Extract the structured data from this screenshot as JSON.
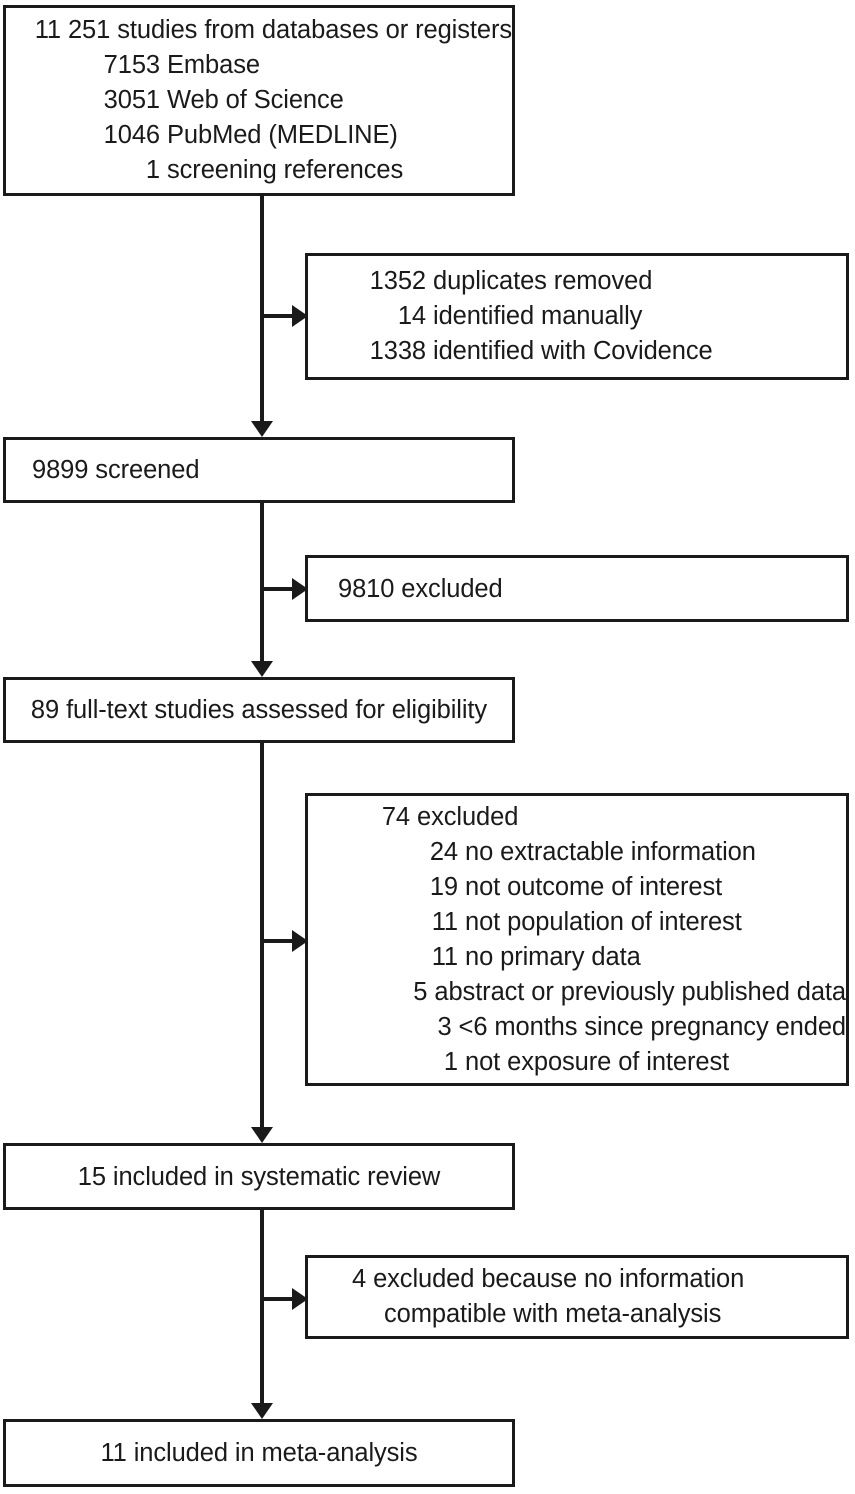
{
  "diagram": {
    "type": "prisma-flow-diagram",
    "colors": {
      "line": "#1a1a1a",
      "text": "#1a1a1a",
      "background": "#ffffff"
    },
    "boxes": {
      "identification": {
        "title_num": "11 251",
        "title_label": "studies from databases or registers",
        "items": [
          {
            "num": "7153",
            "label": "Embase"
          },
          {
            "num": "3051",
            "label": "Web of Science"
          },
          {
            "num": "1046",
            "label": "PubMed (MEDLINE)"
          },
          {
            "num": "1",
            "label": "screening references"
          }
        ]
      },
      "duplicates": {
        "title_num": "1352",
        "title_label": "duplicates removed",
        "items": [
          {
            "num": "14",
            "label": "identified manually"
          },
          {
            "num": "1338",
            "label": "identified with Covidence"
          }
        ]
      },
      "screened": {
        "text": "9899 screened"
      },
      "screen_excluded": {
        "text": "9810 excluded"
      },
      "fulltext": {
        "text": "89 full-text studies assessed for eligibility"
      },
      "fulltext_excluded": {
        "title_num": "74",
        "title_label": "excluded",
        "items": [
          {
            "num": "24",
            "label": "no extractable information"
          },
          {
            "num": "19",
            "label": "not outcome of interest"
          },
          {
            "num": "11",
            "label": "not population of interest"
          },
          {
            "num": "11",
            "label": "no primary data"
          },
          {
            "num": "5",
            "label": "abstract or previously published data"
          },
          {
            "num": "3",
            "label": "<6 months since pregnancy ended"
          },
          {
            "num": "1",
            "label": "not exposure of interest"
          }
        ]
      },
      "systematic_review": {
        "text": "15 included in systematic review"
      },
      "meta_excluded": {
        "line1": "4 excluded because no information",
        "line2": "compatible with meta-analysis"
      },
      "meta_analysis": {
        "text": "11 included in meta-analysis"
      }
    }
  }
}
